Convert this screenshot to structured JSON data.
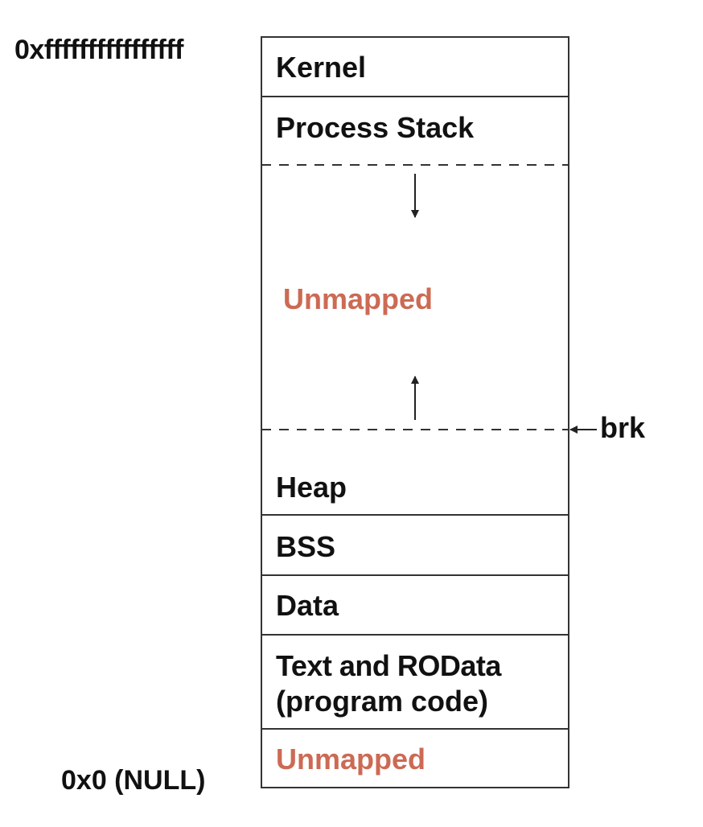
{
  "addresses": {
    "top": "0xffffffffffffffff",
    "bottom": "0x0 (NULL)"
  },
  "segments": {
    "kernel": "Kernel",
    "stack": "Process Stack",
    "unmapped_middle": "Unmapped",
    "heap": "Heap",
    "bss": "BSS",
    "data": "Data",
    "text_line1": "Text and ROData",
    "text_line2": "(program code)",
    "unmapped_bottom": "Unmapped"
  },
  "pointer": {
    "label": "brk"
  },
  "colors": {
    "border": "#333333",
    "text": "#111111",
    "unmapped_accent": "#cc6a54"
  }
}
